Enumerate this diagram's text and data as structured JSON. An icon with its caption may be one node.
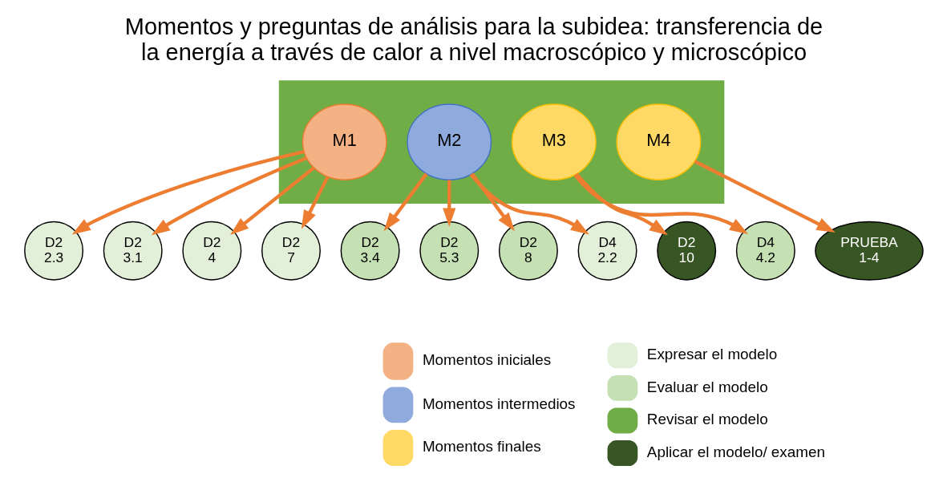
{
  "diagram": {
    "title": "Momentos y preguntas de análisis para la subidea: transferencia de la energía a través de calor a nivel macroscópico y microscópico",
    "nodes": [
      {
        "text": [],
        "shape": "arrow"
      },
      {
        "text": [
          "M1"
        ],
        "in": 0
      },
      {
        "text": [
          "M2"
        ],
        "in": 0
      },
      {
        "text": [
          "M3"
        ],
        "in": 0
      },
      {
        "text": [
          "M4"
        ],
        "in": 0
      },
      {
        "text": [
          "D2 2.3"
        ]
      },
      {
        "text": [
          "D2 3.1"
        ]
      },
      {
        "text": [
          "D2 4"
        ]
      },
      {
        "text": [
          "D2 7"
        ]
      },
      {
        "text": [
          "D2 3.4"
        ]
      },
      {
        "text": [
          "D2 5.3"
        ]
      },
      {
        "text": [
          "D2 8"
        ]
      },
      {
        "text": [
          "D4 2.2"
        ]
      },
      {
        "text": [
          "D2 10"
        ]
      },
      {
        "text": [
          "D4 4.2"
        ]
      },
      {
        "text": [
          "PRUEBA 1-4"
        ]
      }
    ],
    "edges": [
      {
        "from": 1,
        "to": 5,
        "arrow": "to"
      },
      {
        "from": 1,
        "to": 6,
        "arrow": "to"
      },
      {
        "from": 1,
        "to": 7,
        "arrow": "to"
      },
      {
        "from": 1,
        "to": 8,
        "arrow": "to"
      },
      {
        "from": 2,
        "to": 9,
        "arrow": "to"
      },
      {
        "from": 2,
        "to": 10,
        "arrow": "to"
      },
      {
        "from": 2,
        "to": 11,
        "arrow": "to"
      },
      {
        "from": 2,
        "to": 12,
        "arrow": "to"
      },
      {
        "from": 3,
        "to": 13,
        "arrow": "to"
      },
      {
        "from": 3,
        "to": 14,
        "arrow": "to"
      },
      {
        "from": 4,
        "to": 15,
        "arrow": "to"
      }
    ],
    "legend": [
      {
        "text": "Momentos iniciales",
        "color": "#f4b183"
      },
      {
        "text": "Momentos intermedios",
        "color": "#8faadc"
      },
      {
        "text": "Momentos finales",
        "color": "#ffd966"
      },
      {
        "text": "Expresar el modelo",
        "color": "#e2efd9"
      },
      {
        "text": "Evaluar el modelo",
        "color": "#c5e0b3"
      },
      {
        "text": "Revisar el modelo",
        "color": "#70ad47"
      },
      {
        "text": "Aplicar el modelo/ examen",
        "color": "#375623"
      }
    ]
  }
}
